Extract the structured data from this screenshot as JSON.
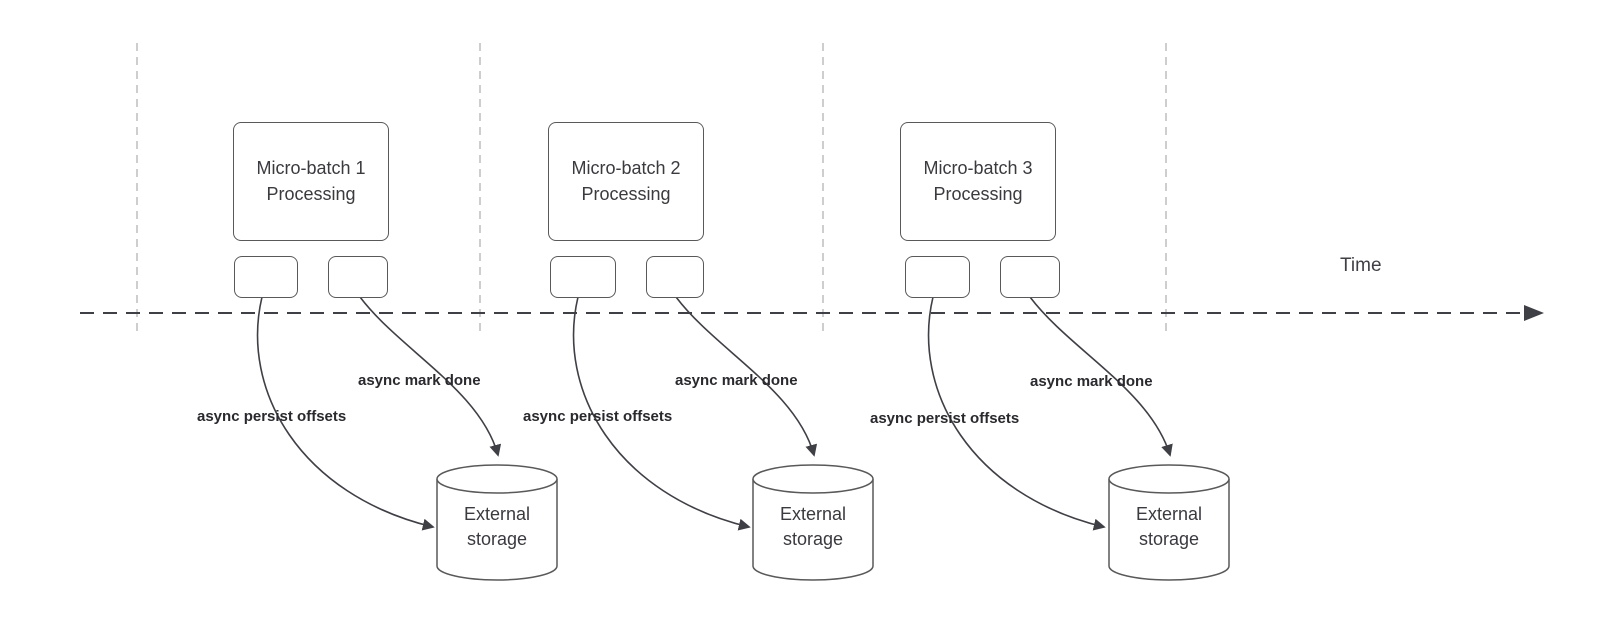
{
  "diagram": {
    "time_label": "Time",
    "batches": [
      {
        "title": "Micro-batch 1\nProcessing",
        "persist_label": "async persist offsets",
        "mark_done_label": "async mark done",
        "storage_label": "External\nstorage"
      },
      {
        "title": "Micro-batch 2\nProcessing",
        "persist_label": "async persist offsets",
        "mark_done_label": "async mark done",
        "storage_label": "External\nstorage"
      },
      {
        "title": "Micro-batch 3\nProcessing",
        "persist_label": "async persist offsets",
        "mark_done_label": "async mark done",
        "storage_label": "External\nstorage"
      }
    ]
  }
}
